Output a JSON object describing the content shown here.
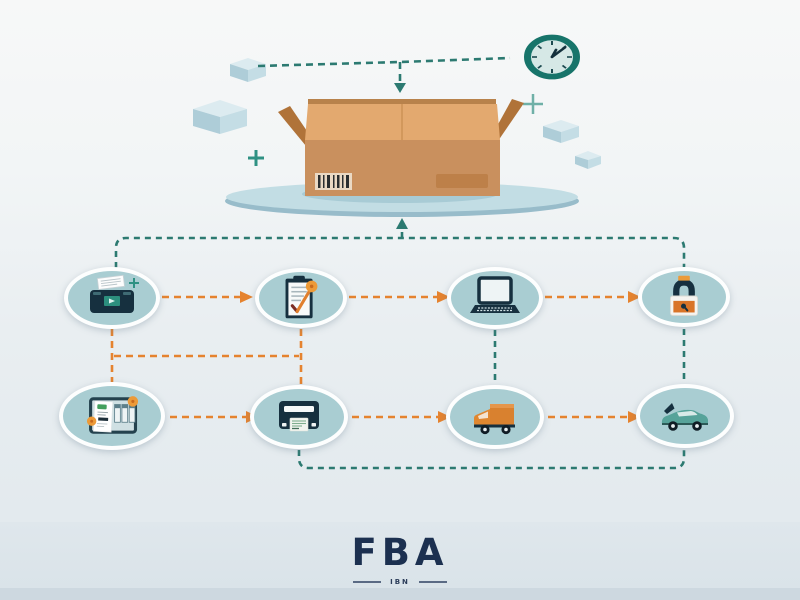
{
  "brand": {
    "title": "FBA",
    "tagline": "IBN"
  },
  "palette": {
    "teal_line": "#2c7a71",
    "orange_line": "#e5832f",
    "node_fill": "#a9cdd2",
    "navy_icon": "#16303f",
    "box_tan": "#c9905e",
    "platform_blue": "#bdd9e0",
    "badge_orange": "#ec9a38",
    "truck_orange": "#d9812f",
    "car_teal": "#57a39a",
    "title_navy": "#1c3050",
    "background_top": "#f7f8f8",
    "background_bottom": "#dae3e9"
  },
  "scene": {
    "top": {
      "clock": "clock-icon",
      "package": "open-shipping-box",
      "platform": "oval-platform",
      "decor": [
        "cube",
        "cube",
        "cube",
        "cube",
        "plus-mark",
        "plus-mark"
      ]
    },
    "rows": [
      {
        "nodes": [
          {
            "icon": "printer-documents-icon"
          },
          {
            "icon": "clipboard-check-icon"
          },
          {
            "icon": "laptop-icon"
          },
          {
            "icon": "padlock-icon"
          }
        ]
      },
      {
        "nodes": [
          {
            "icon": "listing-dashboard-icon"
          },
          {
            "icon": "label-printer-icon"
          },
          {
            "icon": "delivery-truck-icon"
          },
          {
            "icon": "car-icon"
          }
        ]
      }
    ]
  }
}
